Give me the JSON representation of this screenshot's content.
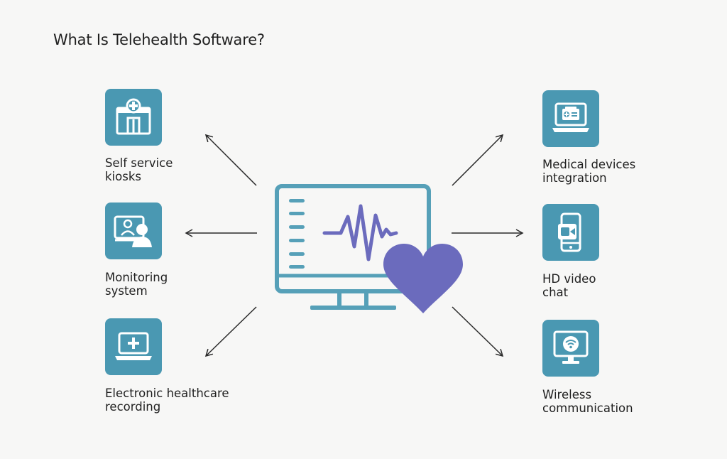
{
  "title": "What Is Telehealth Software?",
  "colors": {
    "tile": "#4a98b2",
    "tile_icon": "#ffffff",
    "monitor": "#56a0b8",
    "heart": "#6b6bbd",
    "pulse": "#6b6bbd",
    "arrow": "#2a2a2a",
    "background": "#f7f7f6"
  },
  "center_icons": [
    "monitor-icon",
    "heart-icon",
    "pulse-icon"
  ],
  "features": [
    {
      "id": "self-service-kiosks",
      "icon": "hospital-icon",
      "lines": [
        "Self service",
        "kiosks"
      ]
    },
    {
      "id": "monitoring-system",
      "icon": "video-consult-icon",
      "lines": [
        "Monitoring",
        "system"
      ]
    },
    {
      "id": "electronic-healthcare-recording",
      "icon": "laptop-medical-icon",
      "lines": [
        "Electronic healthcare",
        "recording"
      ]
    },
    {
      "id": "medical-devices-integration",
      "icon": "medical-device-icon",
      "lines": [
        "Medical devices",
        "integration"
      ]
    },
    {
      "id": "hd-video-chat",
      "icon": "phone-video-icon",
      "lines": [
        "HD video",
        "chat"
      ]
    },
    {
      "id": "wireless-communication",
      "icon": "wifi-monitor-icon",
      "lines": [
        "Wireless",
        "communication"
      ]
    }
  ]
}
